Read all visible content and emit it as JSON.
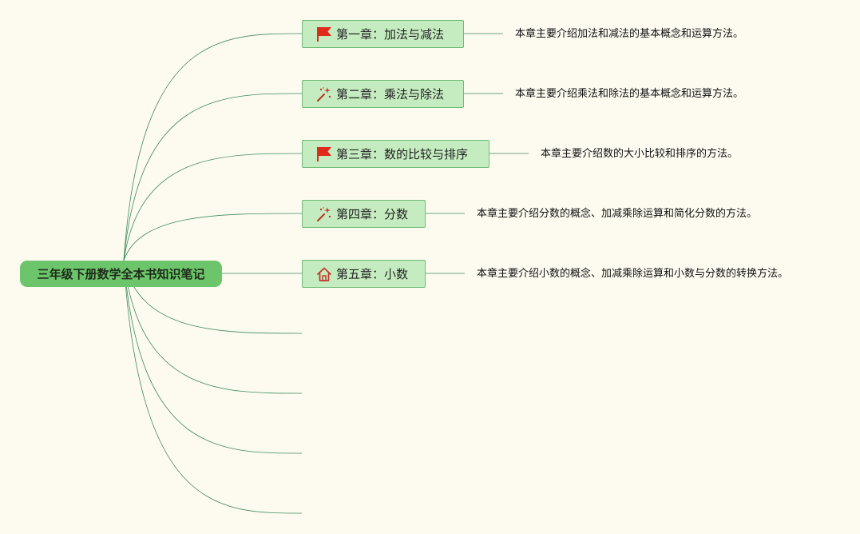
{
  "root": {
    "title": "三年级下册数学全本书知识笔记"
  },
  "chapters": [
    {
      "label": "第一章：加法与减法",
      "icon": "flag-icon",
      "description": "本章主要介绍加法和减法的基本概念和运算方法。"
    },
    {
      "label": "第二章：乘法与除法",
      "icon": "magic-wand-icon",
      "description": "本章主要介绍乘法和除法的基本概念和运算方法。"
    },
    {
      "label": "第三章：数的比较与排序",
      "icon": "flag-icon",
      "description": "本章主要介绍数的大小比较和排序的方法。"
    },
    {
      "label": "第四章：分数",
      "icon": "magic-wand-icon",
      "description": "本章主要介绍分数的概念、加减乘除运算和简化分数的方法。"
    },
    {
      "label": "第五章：小数",
      "icon": "home-icon",
      "description": "本章主要介绍小数的概念、加减乘除运算和小数与分数的转换方法。"
    }
  ],
  "colors": {
    "background": "#fdfbf0",
    "root_fill": "#6cc56a",
    "node_fill": "#c5ecc0",
    "node_border": "#6fba78",
    "connector": "#3f8a5c",
    "flag": "#e02a1c",
    "wand": "#c0392b",
    "home": "#c0392b"
  }
}
